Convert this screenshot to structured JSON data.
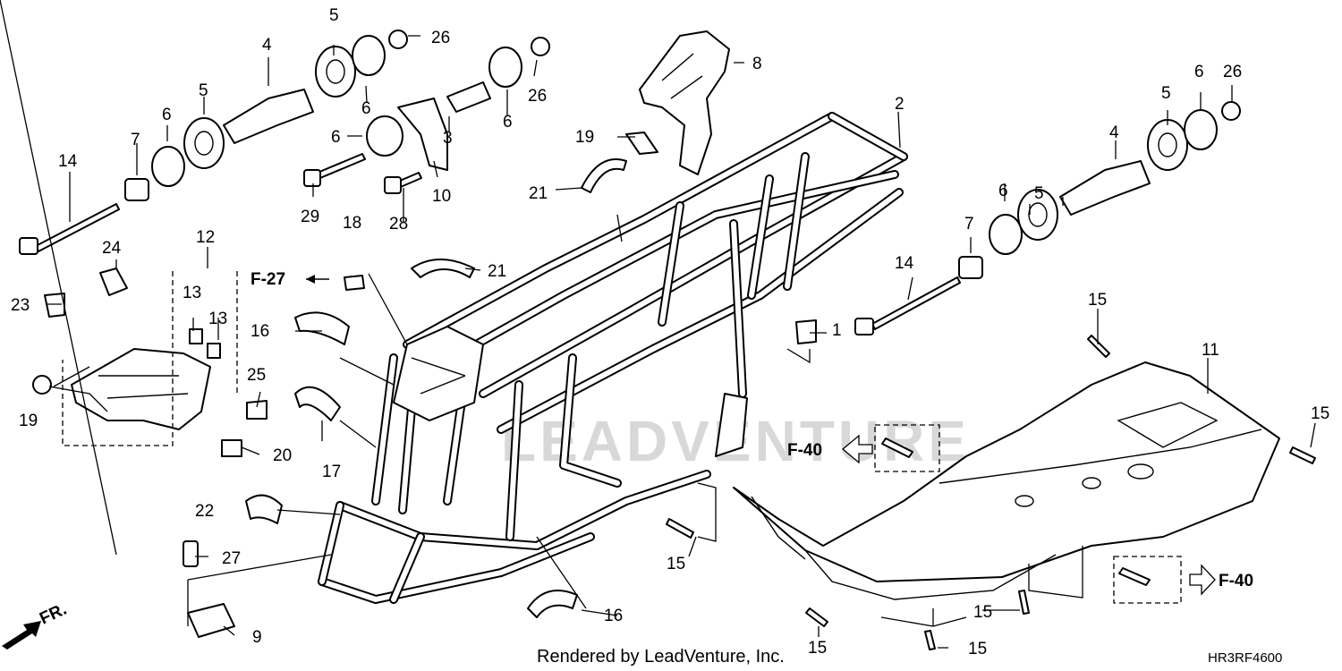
{
  "callouts": {
    "c1": "1",
    "c2": "2",
    "c3": "3",
    "c4a": "4",
    "c4b": "4",
    "c5a": "5",
    "c5b": "5",
    "c5c": "5",
    "c5d": "5",
    "c6a": "6",
    "c6b": "6",
    "c6c": "6",
    "c6d": "6",
    "c6e": "6",
    "c6f": "6",
    "c7a": "7",
    "c7b": "7",
    "c8": "8",
    "c9": "9",
    "c10": "10",
    "c11": "11",
    "c12": "12",
    "c13a": "13",
    "c13b": "13",
    "c14a": "14",
    "c14b": "14",
    "c15a": "15",
    "c15b": "15",
    "c15c": "15",
    "c15d": "15",
    "c15e": "15",
    "c15f": "15",
    "c16a": "16",
    "c16b": "16",
    "c17": "17",
    "c18": "18",
    "c19a": "19",
    "c19b": "19",
    "c20": "20",
    "c21a": "21",
    "c21b": "21",
    "c22": "22",
    "c23": "23",
    "c24": "24",
    "c25": "25",
    "c26a": "26",
    "c26b": "26",
    "c26c": "26",
    "c27": "27",
    "c28": "28",
    "c29": "29"
  },
  "references": {
    "f27": "F-27",
    "f40a": "F-40",
    "f40b": "F-40",
    "front": "FR."
  },
  "watermark": "LEADVENTURE",
  "footer": {
    "credit": "Rendered by LeadVenture, Inc.",
    "diagram_code": "HR3RF4600"
  },
  "icons": [
    "front-arrow-icon",
    "reference-arrow-icon"
  ]
}
